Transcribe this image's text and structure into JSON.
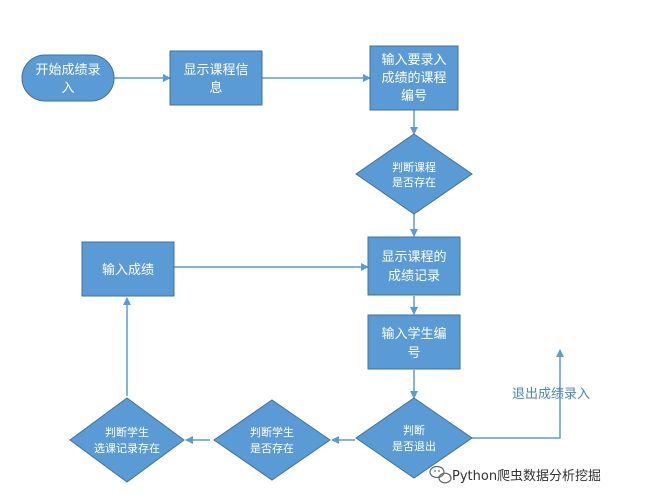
{
  "nodes": {
    "start": {
      "line1": "开始成绩录",
      "line2": "入"
    },
    "show_course_info": {
      "line1": "显示课程信",
      "line2": "息"
    },
    "input_course_no": {
      "line1": "输入要录入",
      "line2": "成绩的课程",
      "line3": "编号"
    },
    "check_course_exists": {
      "line1": "判断课程",
      "line2": "是否存在"
    },
    "show_grade_record": {
      "line1": "显示课程的",
      "line2": "成绩记录"
    },
    "input_student_no": {
      "line1": "输入学生编",
      "line2": "号"
    },
    "check_exit": {
      "line1": "判断",
      "line2": "是否退出"
    },
    "check_student_exists": {
      "line1": "判断学生",
      "line2": "是否存在"
    },
    "check_enrollment_exists": {
      "line1": "判断学生",
      "line2": "选课记录存在"
    },
    "input_grade": {
      "line1": "输入成绩"
    }
  },
  "exit_label": "退出成绩录入",
  "watermark": "Python爬虫数据分析挖掘",
  "colors": {
    "node_fill": "#5b9bd5",
    "node_border": "#41719c",
    "edge": "#5b9bd5",
    "label_text": "#4a86b8"
  }
}
